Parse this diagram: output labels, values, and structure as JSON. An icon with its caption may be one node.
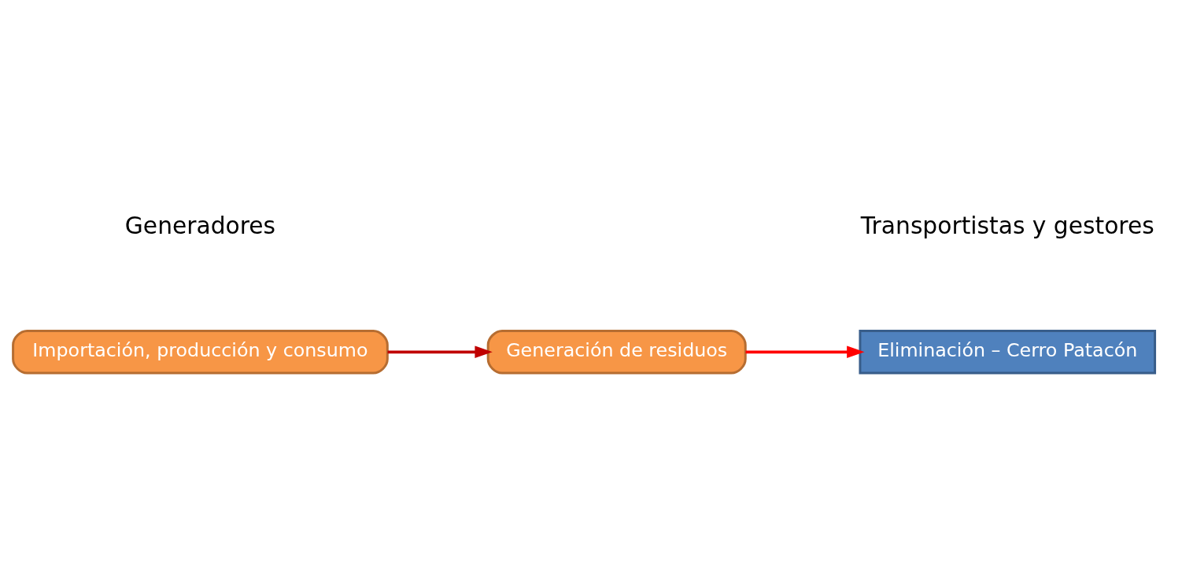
{
  "diagram": {
    "nodes": [
      {
        "text": [
          "Importación, producción y consumo"
        ]
      },
      {
        "text": [
          "Generación de residuos"
        ]
      },
      {
        "text": [
          "Eliminación – Cerro Patacón"
        ]
      }
    ],
    "edges": [
      {
        "from": 0,
        "to": 1,
        "arrow": "to",
        "color": "#c00000"
      },
      {
        "from": 1,
        "to": 2,
        "arrow": "to",
        "color": "#ff0000"
      }
    ],
    "labels": [
      "Generadores",
      "Transportistas y gestores"
    ]
  }
}
